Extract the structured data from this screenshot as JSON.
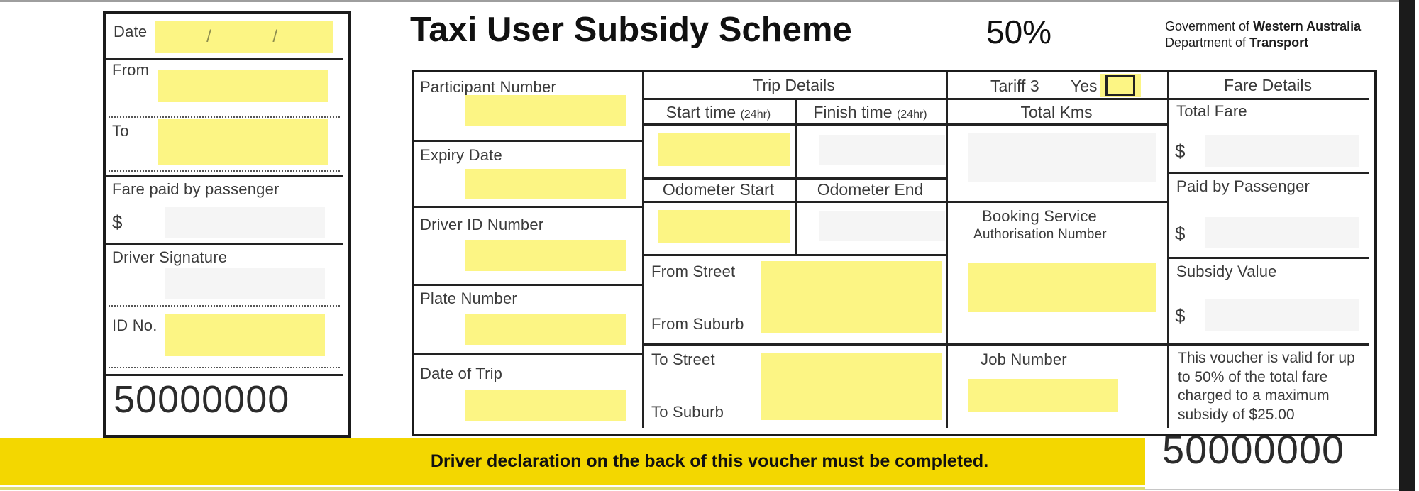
{
  "stub": {
    "date_label": "Date",
    "date_separator_1": "/",
    "date_separator_2": "/",
    "from_label": "From",
    "to_label": "To",
    "fare_paid_label": "Fare paid by passenger",
    "currency_symbol": "$",
    "driver_signature_label": "Driver Signature",
    "id_no_label": "ID No.",
    "voucher_number": "50000000"
  },
  "header": {
    "title": "Taxi User Subsidy Scheme",
    "subsidy_rate": "50%",
    "government_prefix": "Government of ",
    "government_bold": "Western Australia",
    "department_prefix": "Department of ",
    "department_bold": "Transport"
  },
  "main": {
    "participant_number_label": "Participant Number",
    "expiry_date_label": "Expiry Date",
    "driver_id_label": "Driver ID Number",
    "plate_number_label": "Plate Number",
    "date_of_trip_label": "Date of Trip",
    "trip_details": {
      "header": "Trip Details",
      "start_time_label": "Start time",
      "start_time_unit": "(24hr)",
      "finish_time_label": "Finish time",
      "finish_time_unit": "(24hr)",
      "odometer_start_label": "Odometer Start",
      "odometer_end_label": "Odometer End",
      "from_street_label": "From Street",
      "from_suburb_label": "From Suburb",
      "to_street_label": "To Street",
      "to_suburb_label": "To Suburb"
    },
    "tariff": {
      "label": "Tariff 3",
      "yes_label": "Yes",
      "total_kms_label": "Total Kms",
      "booking_service_line1": "Booking Service",
      "booking_service_line2": "Authorisation Number",
      "job_number_label": "Job Number"
    },
    "fare_details": {
      "header": "Fare Details",
      "total_fare_label": "Total Fare",
      "paid_by_passenger_label": "Paid by Passenger",
      "subsidy_value_label": "Subsidy Value",
      "currency_symbol": "$",
      "validity_note": "This voucher is valid for up to 50% of the total fare charged to a maximum subsidy of $25.00"
    }
  },
  "footer": {
    "declaration": "Driver declaration on the back of this voucher must be completed.",
    "voucher_number": "50000000"
  },
  "colors": {
    "field_yellow": "#FCF584",
    "field_gray": "#F5F5F5",
    "band_yellow": "#F3D700"
  }
}
